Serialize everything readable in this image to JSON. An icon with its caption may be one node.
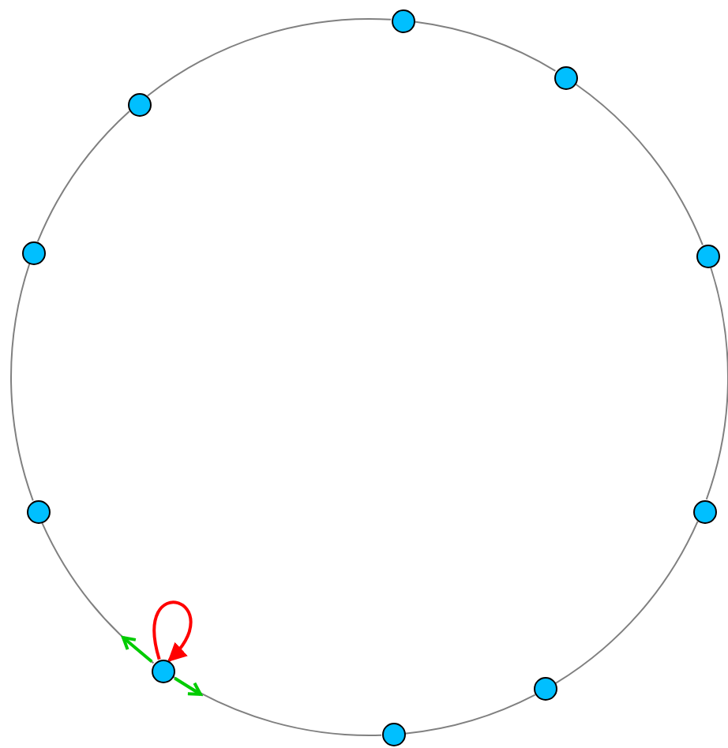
{
  "diagram": {
    "nodes": [
      {
        "text": [],
        "shape": "circle"
      },
      {
        "text": [],
        "shape": "circle"
      },
      {
        "text": [],
        "shape": "circle"
      },
      {
        "text": [],
        "shape": "circle"
      },
      {
        "text": [],
        "shape": "circle"
      },
      {
        "text": [],
        "shape": "circle"
      },
      {
        "text": [],
        "shape": "circle"
      },
      {
        "text": [],
        "shape": "circle"
      },
      {
        "text": [],
        "shape": "circle"
      },
      {
        "text": [],
        "shape": "circle"
      }
    ],
    "edges": [
      {
        "from": 0,
        "to": 1,
        "arrow": "none"
      },
      {
        "from": 1,
        "to": 4,
        "arrow": "none"
      },
      {
        "from": 4,
        "to": 6,
        "arrow": "none"
      },
      {
        "from": 6,
        "to": 8,
        "arrow": "none"
      },
      {
        "from": 8,
        "to": 9,
        "arrow": "none"
      },
      {
        "from": 9,
        "to": 7,
        "arrow": "none"
      },
      {
        "from": 7,
        "to": 5,
        "arrow": "none"
      },
      {
        "from": 5,
        "to": 3,
        "arrow": "none"
      },
      {
        "from": 3,
        "to": 2,
        "arrow": "none"
      },
      {
        "from": 2,
        "to": 0,
        "arrow": "none"
      },
      {
        "from": 7,
        "to": 7,
        "arrow": "to",
        "color": "#ff0000"
      },
      {
        "from": 7,
        "to": null,
        "arrow": "to",
        "color": "#00cc00"
      },
      {
        "from": 7,
        "to": null,
        "arrow": "to",
        "color": "#00cc00"
      }
    ]
  }
}
